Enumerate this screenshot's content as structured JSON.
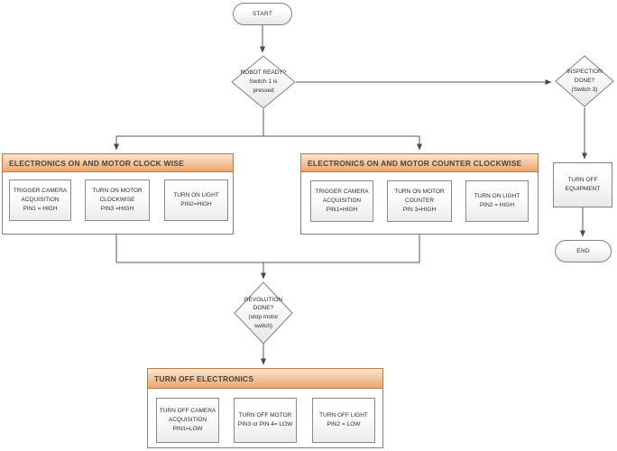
{
  "diagram": {
    "start_label": "START",
    "ready_decision": "ROBOT READY?\nSwitch 1 is\npressed",
    "inspection_decision": "INSPECTION\nDONE?\n(Switch 3)",
    "cw_group": {
      "title": "ELECTRONICS ON AND MOTOR CLOCK WISE",
      "steps": [
        {
          "label": "TRIGGER CAMERA\nACQUISITION\nPIN1 = HIGH"
        },
        {
          "label": "TURN ON MOTOR\nCLOCKWISE\nPIN3 =HIGH"
        },
        {
          "label": "TURN ON LIGHT\nPIN2=HIGH"
        }
      ]
    },
    "ccw_group": {
      "title": "ELECTRONICS ON AND MOTOR COUNTER CLOCKWISE",
      "steps": [
        {
          "label": "TRIGGER CAMERA\nACQUISITION\nPIN1=HIGH"
        },
        {
          "label": "TURN ON MOTOR\nCOUNTER\nPIN 3=HIGH"
        },
        {
          "label": "TURN ON LIGHT\nPIN2 = HIGH"
        }
      ]
    },
    "equipment_box": "TURN OFF\nEQUIPMENT",
    "end_label": "END",
    "revolution_decision": "REVOLUTION\nDONE?\n(stop motor\nswitch)",
    "off_group": {
      "title": "TURN OFF ELECTRONICS",
      "steps": [
        {
          "label": "TURN OFF CAMERA\nACQUISITION\nPIN1=LOW"
        },
        {
          "label": "TURN OFF MOTOR\nPIN3 or PIN 4= LOW"
        },
        {
          "label": "TURN OFF LIGHT\nPIN2 = LOW"
        }
      ]
    }
  },
  "colors": {
    "header_top": "#fbe5d2",
    "header_bottom": "#e8a770",
    "header_border": "#bd7c43",
    "shape_border": "#828282",
    "shape_fill_bottom": "#e7e7e7",
    "connector": "#595959",
    "text": "#2e2e2e"
  }
}
